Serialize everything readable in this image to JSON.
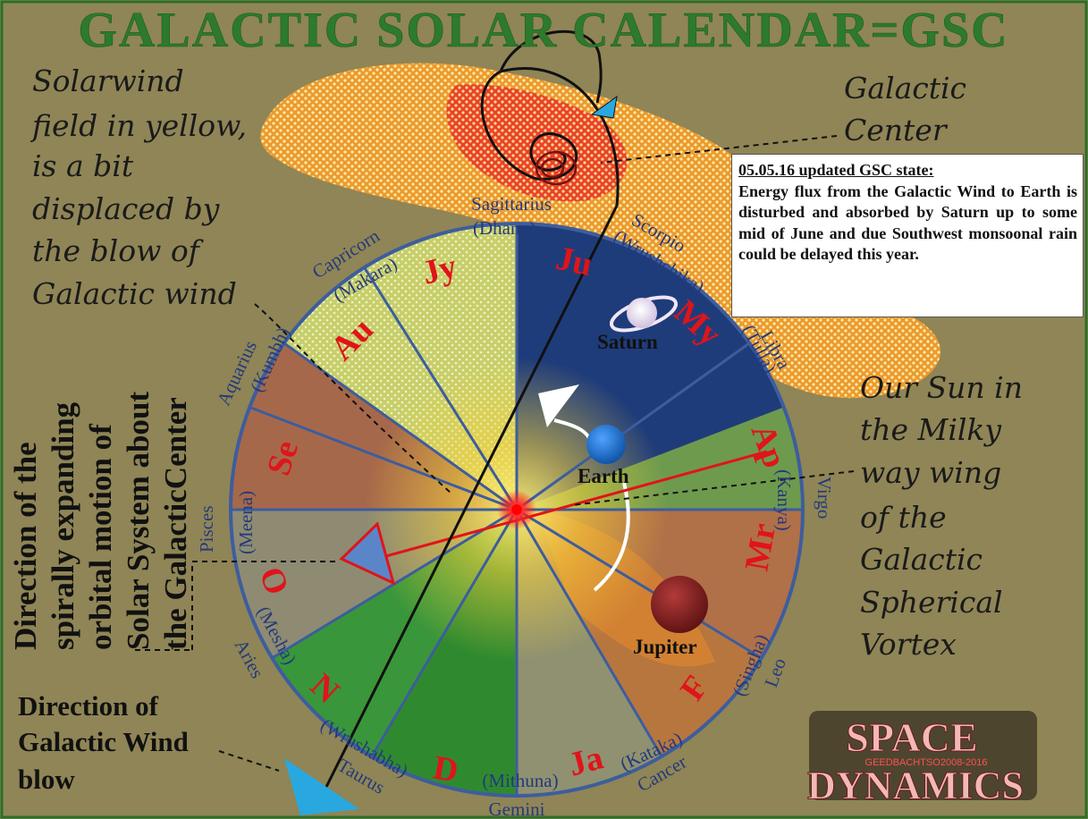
{
  "title": "GALACTIC SOLAR CALENDAR=GSC",
  "annotations": {
    "solar_wind": [
      "Solarwind",
      "field in yellow,",
      "is a bit",
      "displaced by",
      "the blow of",
      "Galactic wind"
    ],
    "galactic_center": [
      "Galactic",
      "Center"
    ],
    "our_sun": [
      "Our Sun in",
      "the Milky",
      "way wing",
      "of the",
      "Galactic",
      "Spherical",
      "Vortex"
    ],
    "orbital_motion": [
      "Direction of the",
      "spirally expanding",
      "orbital motion of",
      "Solar System about",
      "the GalacticCenter"
    ],
    "wind_direction": [
      "Direction of",
      "Galactic Wind",
      "blow"
    ]
  },
  "info_box": {
    "heading": "05.05.16 updated GSC state:",
    "body": "Energy flux from the Galactic Wind to Earth is disturbed and absorbed by Saturn up to some mid of June and due Southwest monsoonal rain could be delayed this year."
  },
  "zodiac": {
    "signs": [
      "Sagittarius",
      "(Dhanu)",
      "Scorpio",
      "(Wrushchika)",
      "Libra",
      "(Tulla)",
      "Virgo",
      "(Kanya)",
      "Leo",
      "(Singha)",
      "Cancer",
      "(Kataka)",
      "Gemini",
      "(Mithuna)",
      "Taurus",
      "(Wrushabha)",
      "Aries",
      "(Mesha)",
      "Pisces",
      "(Meena)",
      "Aquarius",
      "(Kumbh)",
      "Capricorn",
      "(Makara)"
    ],
    "months": [
      "Jy",
      "Ju",
      "My",
      "Ap",
      "Mr",
      "F",
      "Ja",
      "D",
      "N",
      "O",
      "Se",
      "Au"
    ]
  },
  "planets": {
    "saturn": "Saturn",
    "earth": "Earth",
    "jupiter": "Jupiter"
  },
  "logo": {
    "line1": "SPACE",
    "line2": "DYNAMICS",
    "small": "GEEDBACHTSO2008-2016"
  },
  "colors": {
    "background": "#8f8556",
    "title": "#2d7a2d",
    "wheel_border": "#3d5d9e",
    "month_label": "#e0141a",
    "sign_label": "#243a7a"
  }
}
